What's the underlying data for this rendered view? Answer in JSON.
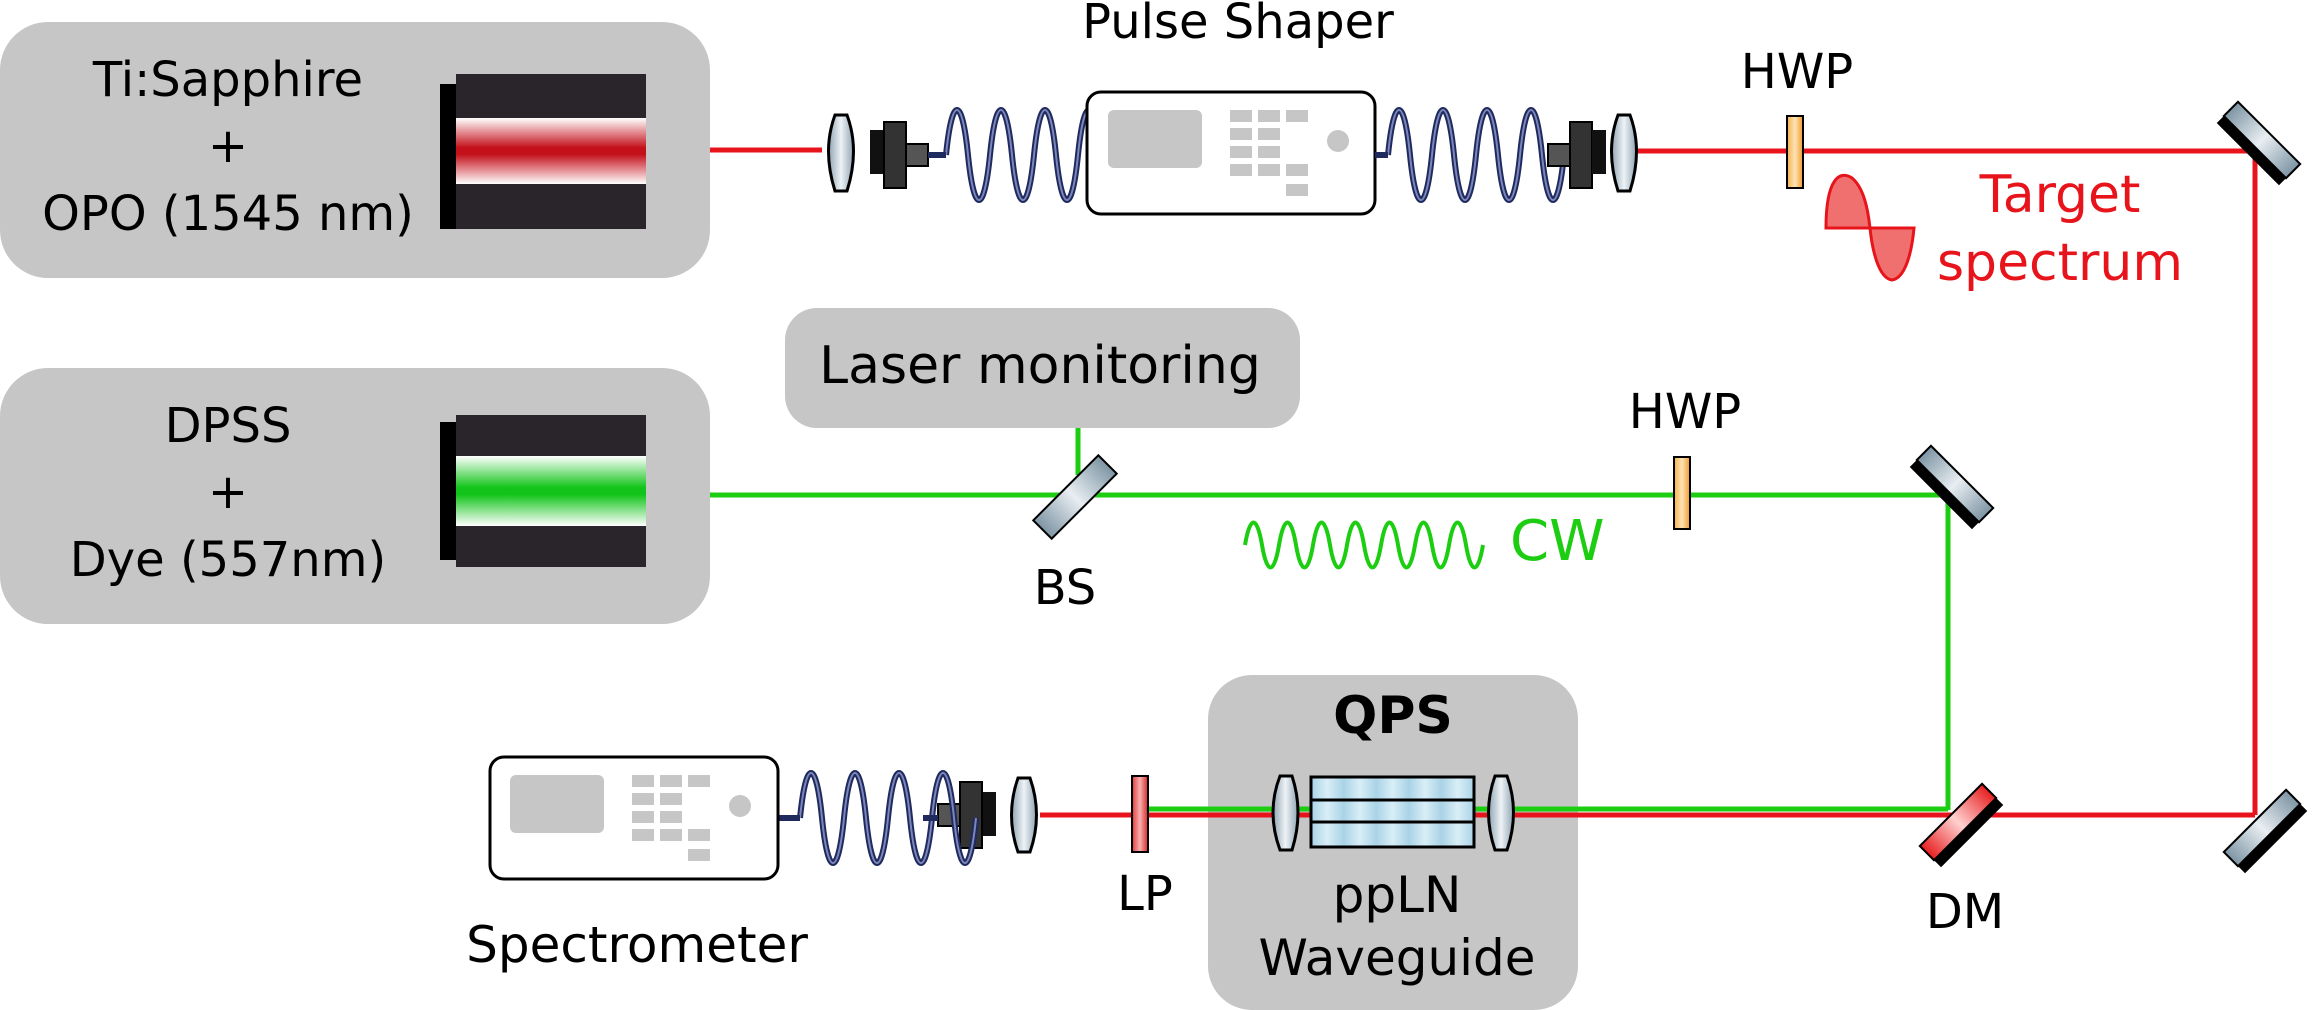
{
  "diagram": {
    "sources": {
      "tisapphire": {
        "line1": "Ti:Sapphire",
        "line2": "+",
        "line3": "OPO (1545 nm)"
      },
      "dpss": {
        "line1": "DPSS",
        "line2": "+",
        "line3": "Dye (557nm)"
      }
    },
    "pulse_shaper": "Pulse Shaper",
    "laser_monitoring": "Laser monitoring",
    "hwp_top": "HWP",
    "hwp_mid": "HWP",
    "target_spectrum": {
      "line1": "Target",
      "line2": "spectrum"
    },
    "cw": "CW",
    "bs": "BS",
    "qps": {
      "title": "QPS",
      "line1": "ppLN",
      "line2": "Waveguide"
    },
    "lp": "LP",
    "dm": "DM",
    "spectrometer": "Spectrometer"
  },
  "colors": {
    "red_beam": "#e8141b",
    "green_beam": "#1ccd12",
    "box_gray": "#c6c6c6",
    "fiber": "#1f2a5e",
    "hwp": "#f5a623"
  }
}
